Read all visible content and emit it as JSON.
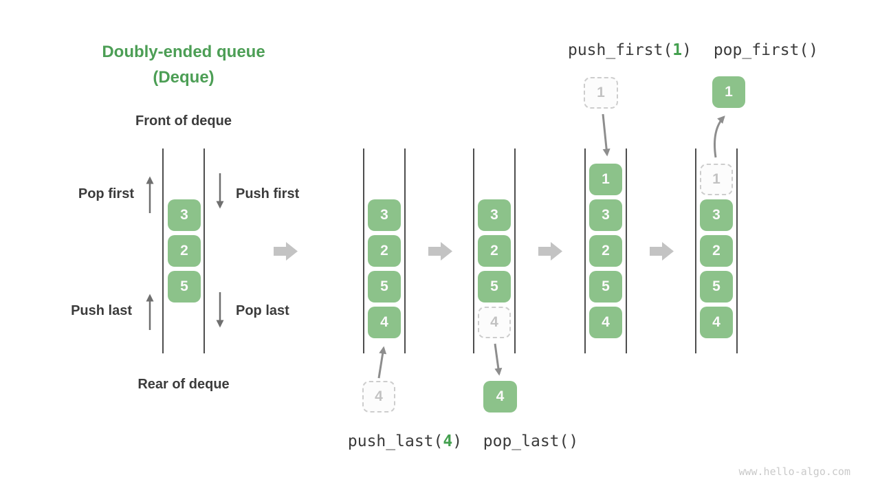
{
  "title": {
    "line1": "Doubly-ended queue",
    "line2": "(Deque)"
  },
  "left_diagram": {
    "front_label": "Front of deque",
    "rear_label": "Rear of deque",
    "pop_first_label": "Pop first",
    "push_first_label": "Push first",
    "push_last_label": "Push last",
    "pop_last_label": "Pop last",
    "cells": [
      {
        "value": "3",
        "style": "solid"
      },
      {
        "value": "2",
        "style": "solid"
      },
      {
        "value": "5",
        "style": "solid"
      }
    ]
  },
  "states": [
    {
      "cells": [
        {
          "value": "3",
          "style": "solid"
        },
        {
          "value": "2",
          "style": "solid"
        },
        {
          "value": "5",
          "style": "solid"
        },
        {
          "value": "4",
          "style": "solid"
        }
      ],
      "external": {
        "value": "4",
        "style": "dashed",
        "position": "below"
      }
    },
    {
      "cells": [
        {
          "value": "3",
          "style": "solid"
        },
        {
          "value": "2",
          "style": "solid"
        },
        {
          "value": "5",
          "style": "solid"
        },
        {
          "value": "4",
          "style": "dashed"
        }
      ],
      "external": {
        "value": "4",
        "style": "solid",
        "position": "below"
      }
    },
    {
      "cells": [
        {
          "value": "1",
          "style": "solid"
        },
        {
          "value": "3",
          "style": "solid"
        },
        {
          "value": "2",
          "style": "solid"
        },
        {
          "value": "5",
          "style": "solid"
        },
        {
          "value": "4",
          "style": "solid"
        }
      ],
      "external": {
        "value": "1",
        "style": "dashed",
        "position": "above"
      }
    },
    {
      "cells": [
        {
          "value": "1",
          "style": "dashed"
        },
        {
          "value": "3",
          "style": "solid"
        },
        {
          "value": "2",
          "style": "solid"
        },
        {
          "value": "5",
          "style": "solid"
        },
        {
          "value": "4",
          "style": "solid"
        }
      ],
      "external": {
        "value": "1",
        "style": "solid",
        "position": "above"
      }
    }
  ],
  "ops": {
    "push_first": {
      "prefix": "push_first(",
      "arg": "1",
      "suffix": ")"
    },
    "pop_first": {
      "label": "pop_first()"
    },
    "push_last": {
      "prefix": "push_last(",
      "arg": "4",
      "suffix": ")"
    },
    "pop_last": {
      "label": "pop_last()"
    }
  },
  "watermark": "www.hello-algo.com",
  "colors": {
    "accent_green": "#4c9e55",
    "arg_green": "#44a04f",
    "cell_green": "#8cc28a",
    "cell_text": "#fafafa",
    "dark_text": "#3b3b3b",
    "code_text": "#3a3a3a",
    "dashed_border": "#cdcdcd",
    "dashed_text": "#c2c2c2",
    "wall": "#4d4d4d",
    "thin_arrow_dark": "#6f6f6f",
    "thin_arrow_gray": "#8d8d8d",
    "block_arrow": "#c3c3c3",
    "watermark": "#c9c9c9",
    "background": "#ffffff"
  }
}
